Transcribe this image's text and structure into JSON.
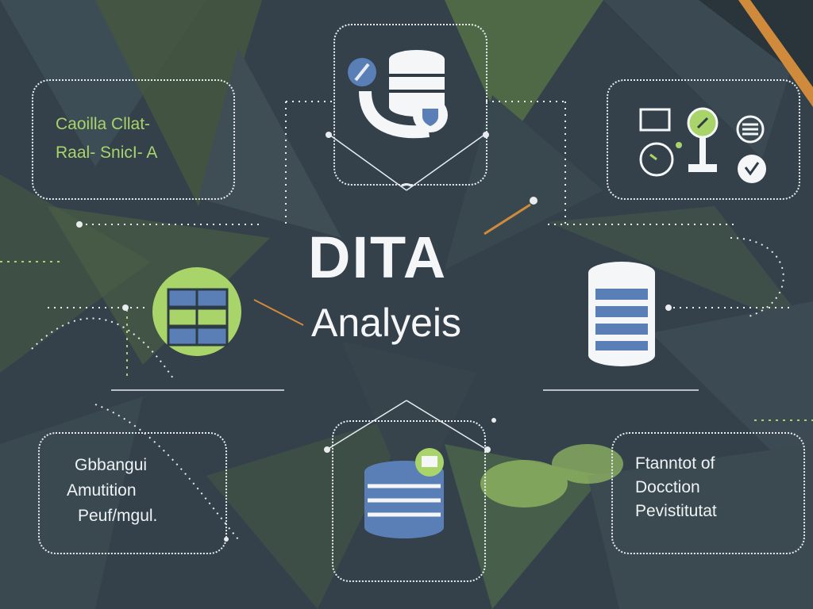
{
  "title": {
    "main": "DITA",
    "sub": "Analyeis"
  },
  "top_left_box": {
    "lines": [
      "Caoilla Cllat-",
      "Raal- SnicI- A"
    ]
  },
  "bottom_left_box": {
    "lines": [
      "Gbbangui",
      "Amutition",
      "Peuf/mgul."
    ]
  },
  "bottom_right_box": {
    "lines": [
      "Ftanntot of",
      "Docction",
      "Pevistitutat"
    ]
  },
  "icons": {
    "top": "database-with-shield-icon",
    "top_right": [
      "square-icon",
      "magnifier-icon",
      "list-icon",
      "clock-icon",
      "pin-icon",
      "checkmark-icon"
    ],
    "left": "stacked-blocks-icon",
    "right": "database-icon",
    "bottom": "database-icon"
  },
  "colors": {
    "background": "#2f3b44",
    "accent_green": "#a9d46a",
    "accent_blue": "#5a7fb6",
    "accent_orange": "#d08a3c",
    "line": "#e8ecef"
  }
}
